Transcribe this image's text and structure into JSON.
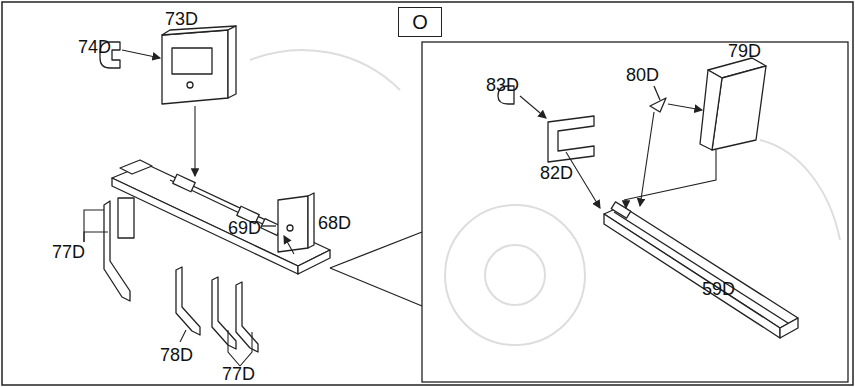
{
  "diagram": {
    "nodes": [
      {
        "text": [
          "O"
        ]
      }
    ],
    "edges": [],
    "labels": [
      "74D",
      "73D",
      "69D",
      "68D",
      "77D",
      "78D",
      "77D",
      "83D",
      "80D",
      "79D",
      "82D",
      "59D"
    ]
  }
}
